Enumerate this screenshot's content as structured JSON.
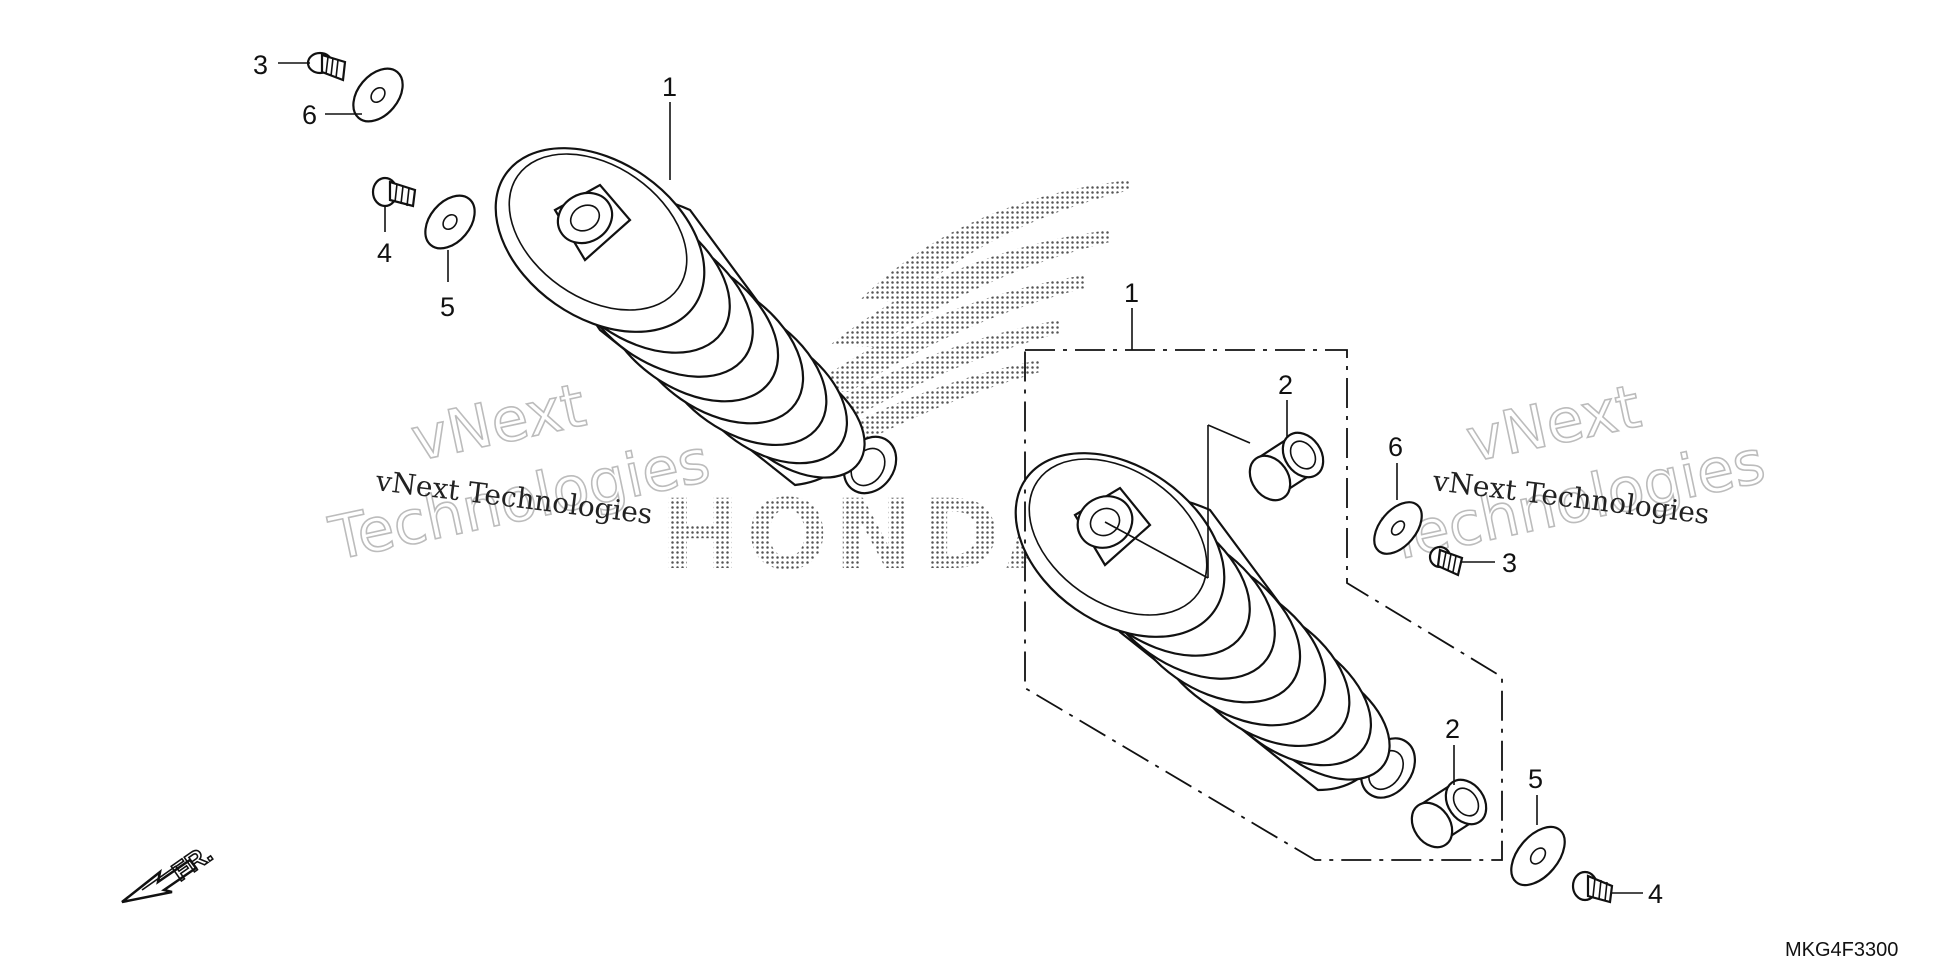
{
  "diagram": {
    "callouts": {
      "left_bolt_3": "3",
      "left_washer_6": "6",
      "left_bolt_4": "4",
      "left_washer_5": "5",
      "left_shock_1": "1",
      "right_shock_1": "1",
      "bushing_upper_2": "2",
      "bushing_lower_2": "2",
      "right_washer_6": "6",
      "right_bolt_3": "3",
      "right_washer_5": "5",
      "right_bolt_4": "4"
    },
    "direction_label": "FR.",
    "drawing_code": "MKG4F3300"
  },
  "watermark": {
    "line1": "vNext",
    "line2": "Technologies",
    "small": "vNext Technologies",
    "brand": "HONDA"
  },
  "colors": {
    "ink": "#111111",
    "watermark_outline": "#bcbcbc",
    "dot_screen": "#555555"
  }
}
